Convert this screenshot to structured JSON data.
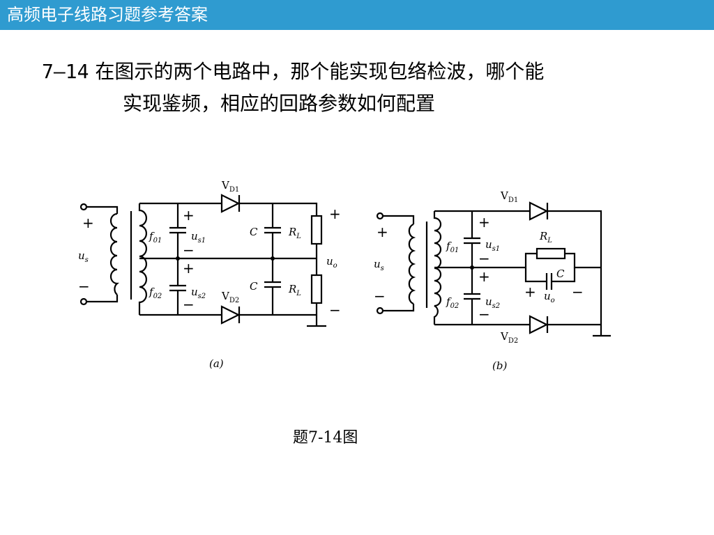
{
  "header": {
    "title": "高频电子线路习题参考答案"
  },
  "problem": {
    "number": "7—14",
    "line1": "在图示的两个电路中，那个能实现包络检波，哪个能",
    "line2": "实现鉴频，相应的回路参数如何配置"
  },
  "figure": {
    "caption": "题7-14图",
    "labels": {
      "vd": "V",
      "d1": "D1",
      "d2": "D2",
      "f": "f",
      "f01": "01",
      "f02": "02",
      "u": "u",
      "s": "s",
      "s1": "s1",
      "s2": "s2",
      "o": "o",
      "c": "C",
      "r": "R",
      "l": "L",
      "plus": "+",
      "minus": "−",
      "panel_a": "(a)",
      "panel_b": "(b)"
    }
  }
}
